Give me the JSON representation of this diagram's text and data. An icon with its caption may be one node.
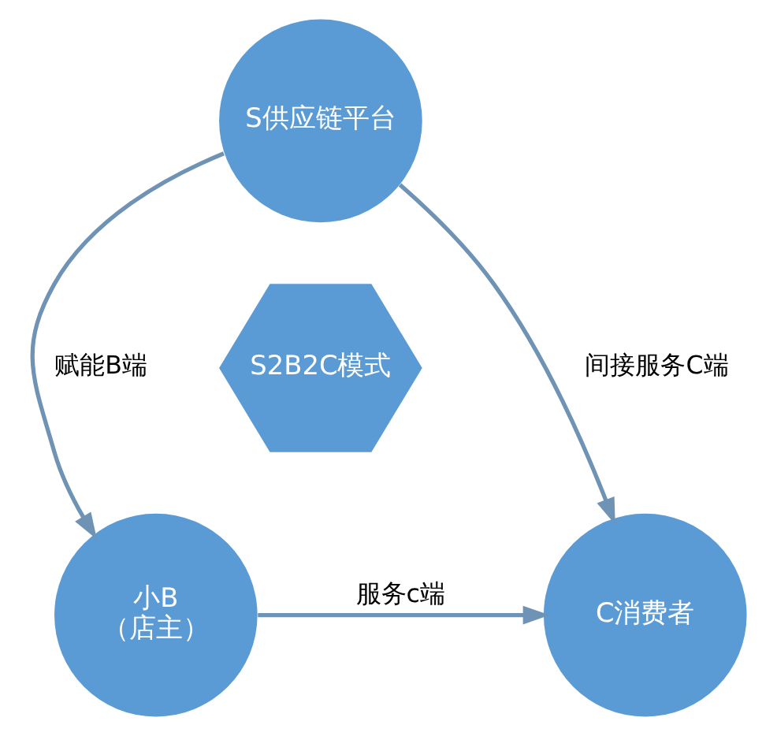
{
  "diagram": {
    "nodes": [
      {
        "text": [
          "S供应链平台"
        ]
      },
      {
        "text": [
          "S2B2C模式"
        ]
      },
      {
        "text": [
          "小B",
          "（店主）"
        ]
      },
      {
        "text": [
          "C消费者"
        ]
      }
    ],
    "edges": [
      {
        "from": 0,
        "to": 2,
        "arrow": "to",
        "label": "赋能B端"
      },
      {
        "from": 0,
        "to": 3,
        "arrow": "to",
        "label": "间接服务C端"
      },
      {
        "from": 2,
        "to": 3,
        "arrow": "to",
        "label": "服务c端"
      }
    ]
  }
}
